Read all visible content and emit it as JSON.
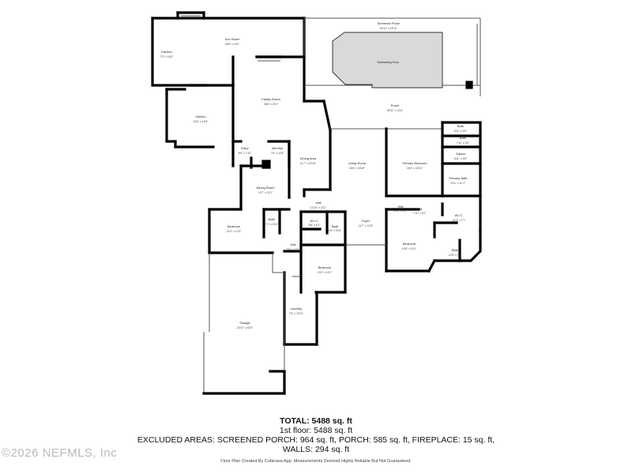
{
  "rooms": [
    {
      "id": "sun-room",
      "name": "Sun Room",
      "dims": "46'8\" x 19'2\""
    },
    {
      "id": "kitchen-upper",
      "name": "Kitchen",
      "dims": "7'3\" x 16'3\""
    },
    {
      "id": "screened-porch",
      "name": "Screened Porch",
      "dims": "50'11\" x 18'11\""
    },
    {
      "id": "swimming-pool",
      "name": "Swimming Pool",
      "dims": ""
    },
    {
      "id": "porch",
      "name": "Porch",
      "dims": "50'11\" x 13'0\""
    },
    {
      "id": "family-room",
      "name": "Family Room",
      "dims": "28'8\" x 20'2\""
    },
    {
      "id": "kitchen-main",
      "name": "Kitchen",
      "dims": "18'4\" x 18'3\""
    },
    {
      "id": "entry",
      "name": "Entry",
      "dims": "8'6\" x 7'10\""
    },
    {
      "id": "wet-bar",
      "name": "Wet Bar",
      "dims": "7'6\" x 11'8\""
    },
    {
      "id": "dining-area",
      "name": "Dining Area",
      "dims": "11'7\" x 20'10\""
    },
    {
      "id": "living-room",
      "name": "Living Room",
      "dims": "16'6\" x 18'10\""
    },
    {
      "id": "primary-bedroom",
      "name": "Primary Bedroom",
      "dims": "18'4\" x 18'11\""
    },
    {
      "id": "bath-1",
      "name": "Bath",
      "dims": "8'11\" x 3'0\""
    },
    {
      "id": "bath-2",
      "name": "Bath",
      "dims": "7'11\" x 3'4\""
    },
    {
      "id": "sauna",
      "name": "Sauna",
      "dims": "8'11\" x 4'5\""
    },
    {
      "id": "primary-bath",
      "name": "Primary Bath",
      "dims": "8'11\" x 10'1\""
    },
    {
      "id": "dining-room",
      "name": "Dining Room",
      "dims": "13'7\" x 11'1\""
    },
    {
      "id": "hall-1",
      "name": "Hall",
      "dims": "10'10\" x 3'11\""
    },
    {
      "id": "hall-2",
      "name": "Hall",
      "dims": "6'11\" x 4'6\""
    },
    {
      "id": "hall-3",
      "name": "Hall",
      "dims": "7'10\" x 6'2\""
    },
    {
      "id": "wic",
      "name": "W.I.C.",
      "dims": "10'4\" x 7'7\""
    },
    {
      "id": "bedroom-1",
      "name": "Bedroom",
      "dims": "21'0\" x 13'3\""
    },
    {
      "id": "bath-3",
      "name": "Bath",
      "dims": "7'1\" x 8'11\""
    },
    {
      "id": "wic-small",
      "name": "W.I.C.",
      "dims": "8'6\" x 5'1\""
    },
    {
      "id": "bath-4",
      "name": "Bath",
      "dims": "5'9\" x 5'10\""
    },
    {
      "id": "foyer",
      "name": "Foyer",
      "dims": "11'7\" x 13'8\""
    },
    {
      "id": "bedroom-2",
      "name": "Bedroom",
      "dims": "13'8\" x 15'1\""
    },
    {
      "id": "bath-5",
      "name": "Bath",
      "dims": "12'8\" x 7'4\""
    },
    {
      "id": "hall-4",
      "name": "Hall",
      "dims": "3'5\" x 16'2\""
    },
    {
      "id": "bedroom-3",
      "name": "Bedroom",
      "dims": "13'2\" x 14'1\""
    },
    {
      "id": "laundry",
      "name": "Laundry",
      "dims": "7'6\" x 19'11\""
    },
    {
      "id": "garage",
      "name": "Garage",
      "dims": "22'11\" x 40'4\""
    }
  ],
  "summary": {
    "total": "TOTAL: 5488 sq. ft",
    "floor": "1st floor: 5488 sq. ft",
    "excluded": "EXCLUDED AREAS: SCREENED PORCH: 964 sq. ft, PORCH: 585 sq. ft, FIREPLACE: 15 sq. ft,",
    "walls": "WALLS: 294 sq. ft",
    "disclaimer": "Floor Plan Created By Cubicasa App. Measurements Deemed Highly Reliable But Not Guaranteed."
  },
  "watermark": "©2026 NEFMLS, Inc"
}
